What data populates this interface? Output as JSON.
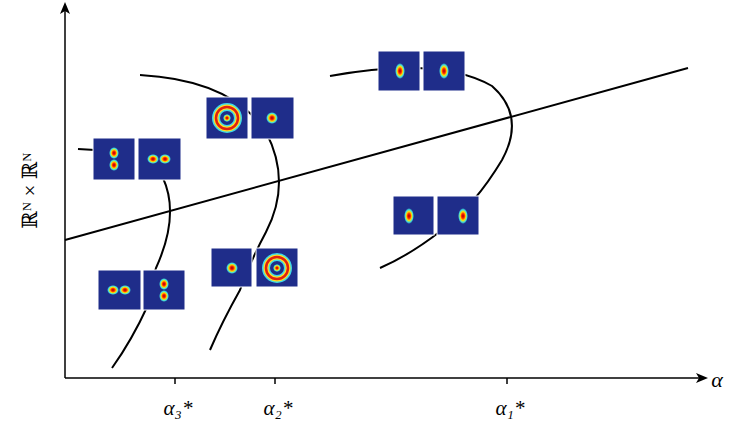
{
  "diagram": {
    "labels": [
      "ℝᴺ × ℝᴺ",
      "α",
      "α₃*",
      "α₂*",
      "α₁*"
    ]
  }
}
